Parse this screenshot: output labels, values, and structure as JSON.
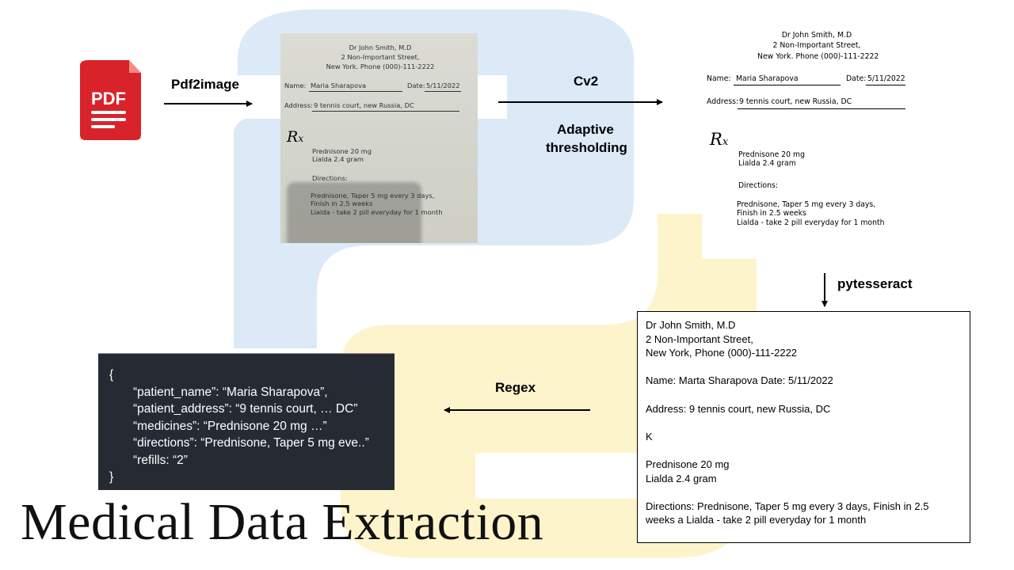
{
  "title": "Medical Data Extraction",
  "steps": {
    "pdf2image": "Pdf2image",
    "cv2": "Cv2",
    "adaptive_line1": "Adaptive",
    "adaptive_line2": "thresholding",
    "pytesseract": "pytesseract",
    "regex": "Regex"
  },
  "pdf_icon": {
    "name": "pdf-file-icon",
    "label": "PDF",
    "color": "#d8232a"
  },
  "colors": {
    "logo_blue": "#dce9f7",
    "logo_yellow": "#fdf4cc",
    "json_bg": "#262b33"
  },
  "prescription": {
    "doctor": "Dr John Smith, M.D",
    "street": "2 Non-Important Street,",
    "city_phone": "New York. Phone (000)-111-2222",
    "name_label": "Name:",
    "name_value": "Maria Sharapova",
    "date_label": "Date:",
    "date_value": "5/11/2022",
    "address_label": "Address:",
    "address_value": "9 tennis court, new Russia, DC",
    "rx": "R",
    "rx_sub": "x",
    "med1": "Prednisone 20 mg",
    "med2": "Lialda 2.4 gram",
    "directions_label": "Directions:",
    "dir1": "Prednisone, Taper 5 mg every 3 days,",
    "dir2": "Finish in 2.5 weeks",
    "dir3": "Lialda - take 2 pill everyday for 1 month"
  },
  "ocr_output": {
    "lines": [
      "Dr John Smith, M.D",
      "2 Non-Important Street,",
      "New York, Phone (000)-111-2222",
      "",
      "Name: Marta Sharapova Date: 5/11/2022",
      "",
      "Address: 9 tennis court, new Russia, DC",
      "",
      "K",
      "",
      "Prednisone 20 mg",
      "Lialda 2.4 gram",
      "",
      "Directions: Prednisone, Taper 5 mg every 3 days, Finish in 2.5",
      "weeks a Lialda - take 2 pill everyday for 1 month"
    ]
  },
  "json_output": {
    "open": "{",
    "fields": [
      "“patient_name”: “Maria Sharapova”,",
      "“patient_address”: “9 tennis court, … DC”",
      "“medicines”: “Prednisone 20 mg …”",
      "“directions”: “Prednisone, Taper 5 mg eve..”",
      "“refills: “2”"
    ],
    "close": "}"
  }
}
